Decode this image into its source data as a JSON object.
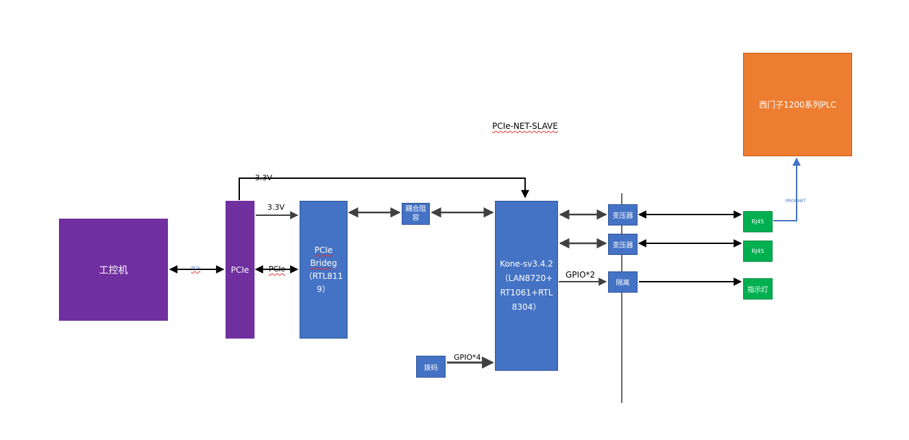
{
  "title": "PCIe-NET-SLAVE",
  "colors": {
    "purple": "#7030a0",
    "blue": "#4472c4",
    "orange": "#ed7d31",
    "green": "#00b050",
    "link_blue": "#4472c4"
  },
  "blocks": {
    "ipc": "工控机",
    "pcie_slot": "PCIe",
    "bridge_line1": "PCIe",
    "bridge_line2": "Brideg",
    "bridge_line3": "（RTL811",
    "bridge_line4": "9）",
    "coupling_line1": "耦合阻",
    "coupling_line2": "容",
    "main_line1": "Kone-sv3.4.2",
    "main_line2": "（LAN8720+",
    "main_line3": "RT1061+RTL",
    "main_line4": "8304）",
    "transformer1": "变压器",
    "transformer2": "变压器",
    "isolation": "隔离",
    "rj45_1": "RJ45",
    "rj45_2": "RJ45",
    "indicator": "指示灯",
    "plc": "西门子1200系列PLC",
    "dip": "拨码"
  },
  "labels": {
    "v33_top": "3.3V",
    "v33_mid": "3.3V",
    "pcie_small": "PCIe",
    "pcie_link": "PCIe",
    "gpio2": "GPIO*2",
    "gpio4": "GPIO*4",
    "profinet": "PROFINET"
  }
}
